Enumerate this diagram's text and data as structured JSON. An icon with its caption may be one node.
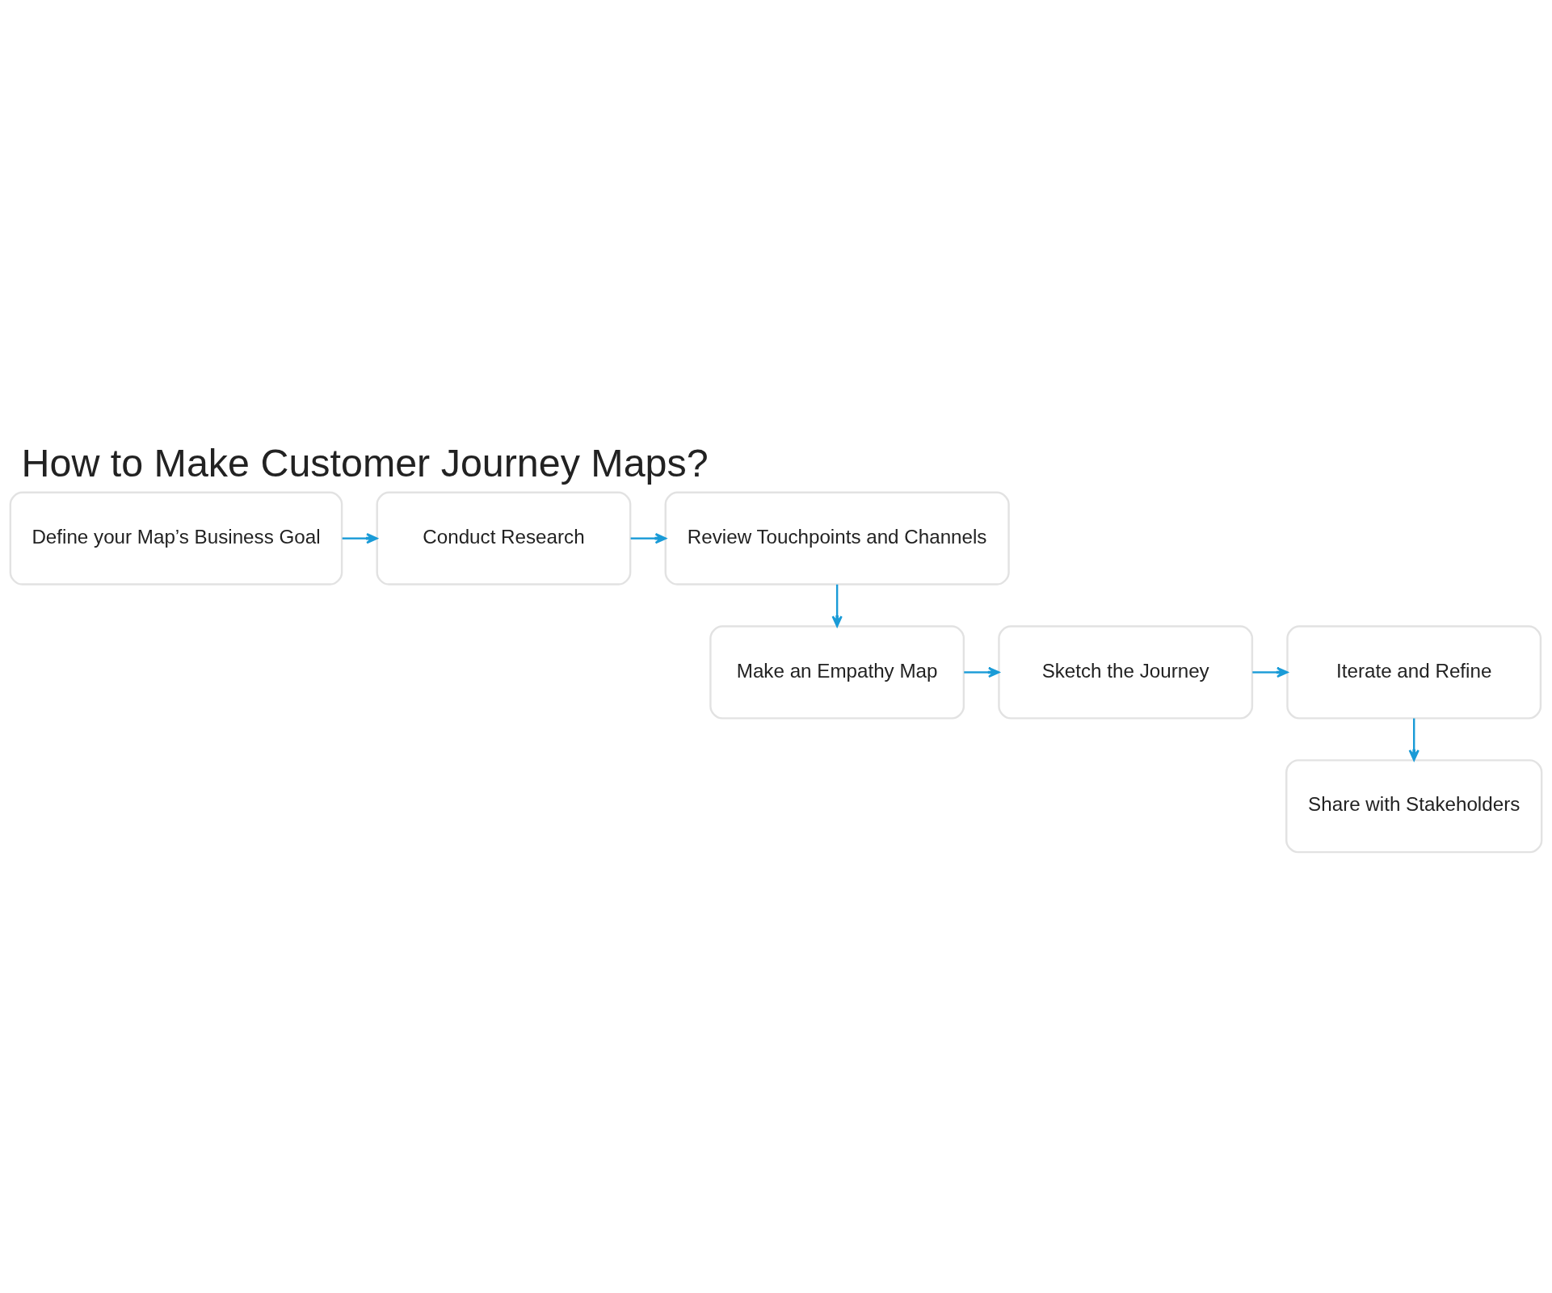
{
  "diagram": {
    "title": "How to Make Customer Journey Maps?",
    "nodes": [
      {
        "text": [
          "Define your Map’s Business Goal"
        ]
      },
      {
        "text": [
          "Conduct Research"
        ]
      },
      {
        "text": [
          "Review Touchpoints and Channels"
        ]
      },
      {
        "text": [
          "Make an Empathy Map"
        ]
      },
      {
        "text": [
          "Sketch the Journey"
        ]
      },
      {
        "text": [
          "Iterate and Refine"
        ]
      },
      {
        "text": [
          "Share with Stakeholders"
        ]
      }
    ],
    "edges": [
      {
        "from": 0,
        "to": 1,
        "arrow": "to"
      },
      {
        "from": 1,
        "to": 2,
        "arrow": "to"
      },
      {
        "from": 2,
        "to": 3,
        "arrow": "to"
      },
      {
        "from": 3,
        "to": 4,
        "arrow": "to"
      },
      {
        "from": 4,
        "to": 5,
        "arrow": "to"
      },
      {
        "from": 5,
        "to": 6,
        "arrow": "to"
      }
    ]
  }
}
